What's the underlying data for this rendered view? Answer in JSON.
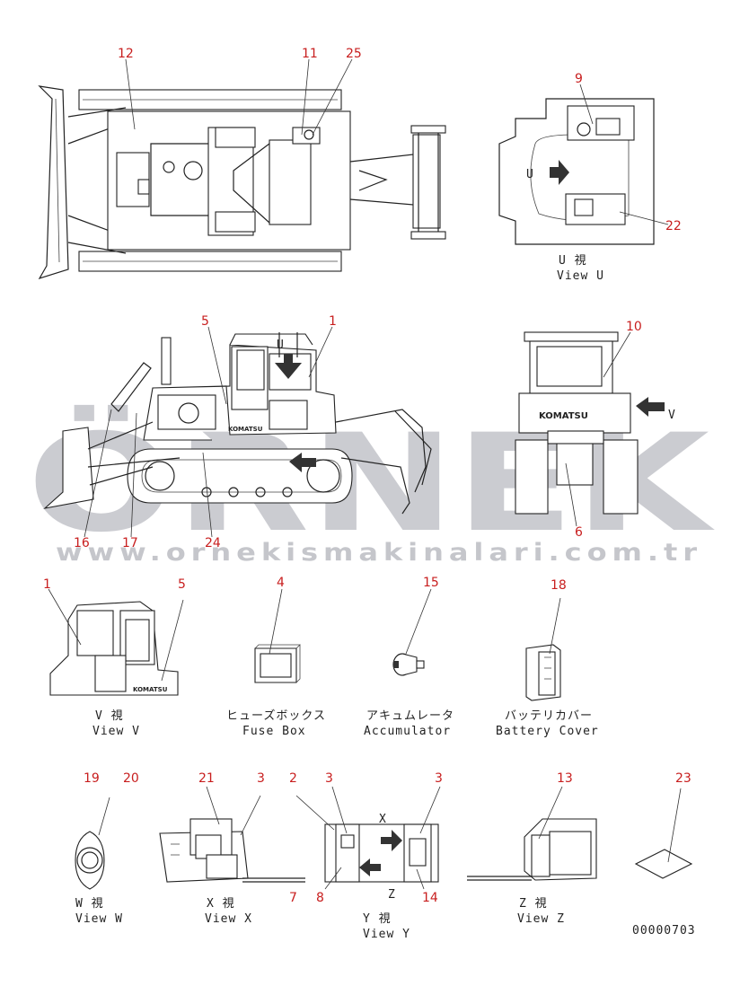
{
  "watermark": {
    "logo_text": "ÖRNEK",
    "url": "www.ornekismakinalari.com.tr"
  },
  "callouts": {
    "c12": "12",
    "c11": "11",
    "c25": "25",
    "c9": "9",
    "c22": "22",
    "c5a": "5",
    "c1a": "1",
    "c10": "10",
    "c16": "16",
    "c17": "17",
    "c24": "24",
    "c6": "6",
    "c1b": "1",
    "c5b": "5",
    "c4": "4",
    "c15": "15",
    "c18": "18",
    "c19": "19",
    "c20": "20",
    "c21": "21",
    "c3a": "3",
    "c2": "2",
    "c3b": "3",
    "c3c": "3",
    "c13": "13",
    "c23": "23",
    "c7": "7",
    "c8": "8",
    "c14": "14"
  },
  "letters": {
    "u": "U",
    "v": "V",
    "x": "X",
    "z": "Z"
  },
  "brand": "KOMATSU",
  "captions": {
    "view_u_jp": "U  視",
    "view_u": "View U",
    "view_v_jp": "V  視",
    "view_v": "View V",
    "fuse_jp": "ヒューズボックス",
    "fuse": "Fuse Box",
    "acc_jp": "アキュムレータ",
    "acc": "Accumulator",
    "batt_jp": "バッテリカバー",
    "batt": "Battery Cover",
    "view_w_jp": "W  視",
    "view_w": "View W",
    "view_x_jp": "X  視",
    "view_x": "View X",
    "view_y_jp": "Y  視",
    "view_y": "View Y",
    "view_z_jp": "Z  視",
    "view_z": "View Z"
  },
  "drawing_number": "00000703"
}
